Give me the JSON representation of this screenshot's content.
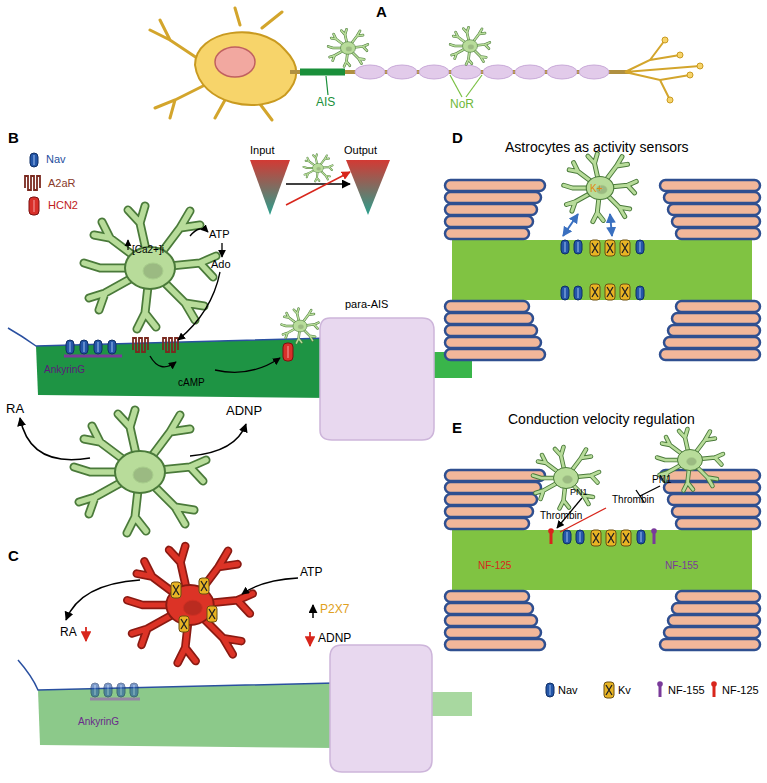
{
  "diagram": {
    "labels": [
      "A",
      "AIS",
      "NoR",
      "B",
      "Input",
      "Output",
      "[Ca2+]i",
      "ATP",
      "Ado",
      "AnkyrinG",
      "cAMP",
      "para-AIS",
      "RA",
      "ADNP",
      "C",
      "ATP",
      "P2X7",
      "ADNP",
      "RA",
      "AnkyrinG",
      "D",
      "Astrocytes as activity sensors",
      "K+",
      "E",
      "Conduction velocity regulation",
      "PN1",
      "Thrombin",
      "PN1",
      "Thrombin",
      "NF-125",
      "NF-155"
    ],
    "legend": [
      {
        "text": "Nav"
      },
      {
        "text": "A2aR"
      },
      {
        "text": "HCN2"
      },
      {
        "text": "Nav"
      },
      {
        "text": "Kv"
      },
      {
        "text": "NF-155"
      },
      {
        "text": "NF-125"
      }
    ]
  }
}
